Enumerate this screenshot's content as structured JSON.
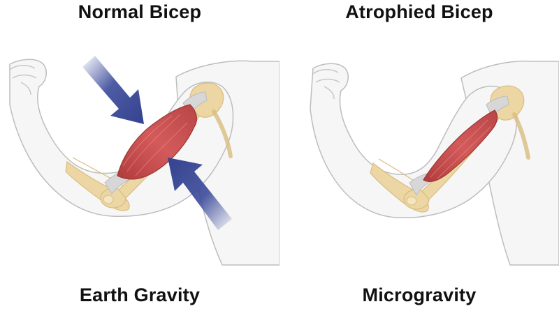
{
  "labels": {
    "left_title": "Normal Bicep",
    "right_title": "Atrophied Bicep",
    "left_caption": "Earth Gravity",
    "right_caption": "Microgravity"
  },
  "colors": {
    "skin_fill": "#f6f6f6",
    "skin_outline": "#bdbdbd",
    "bone": "#ecd6a4",
    "bone_shadow": "#d9bd80",
    "muscle": "#d45a5a",
    "muscle_dark": "#b03c3c",
    "tendon": "#d7d7d7",
    "arrow": "#3a4a9a"
  },
  "icons": {
    "force_arrow": "arrow-icon"
  }
}
